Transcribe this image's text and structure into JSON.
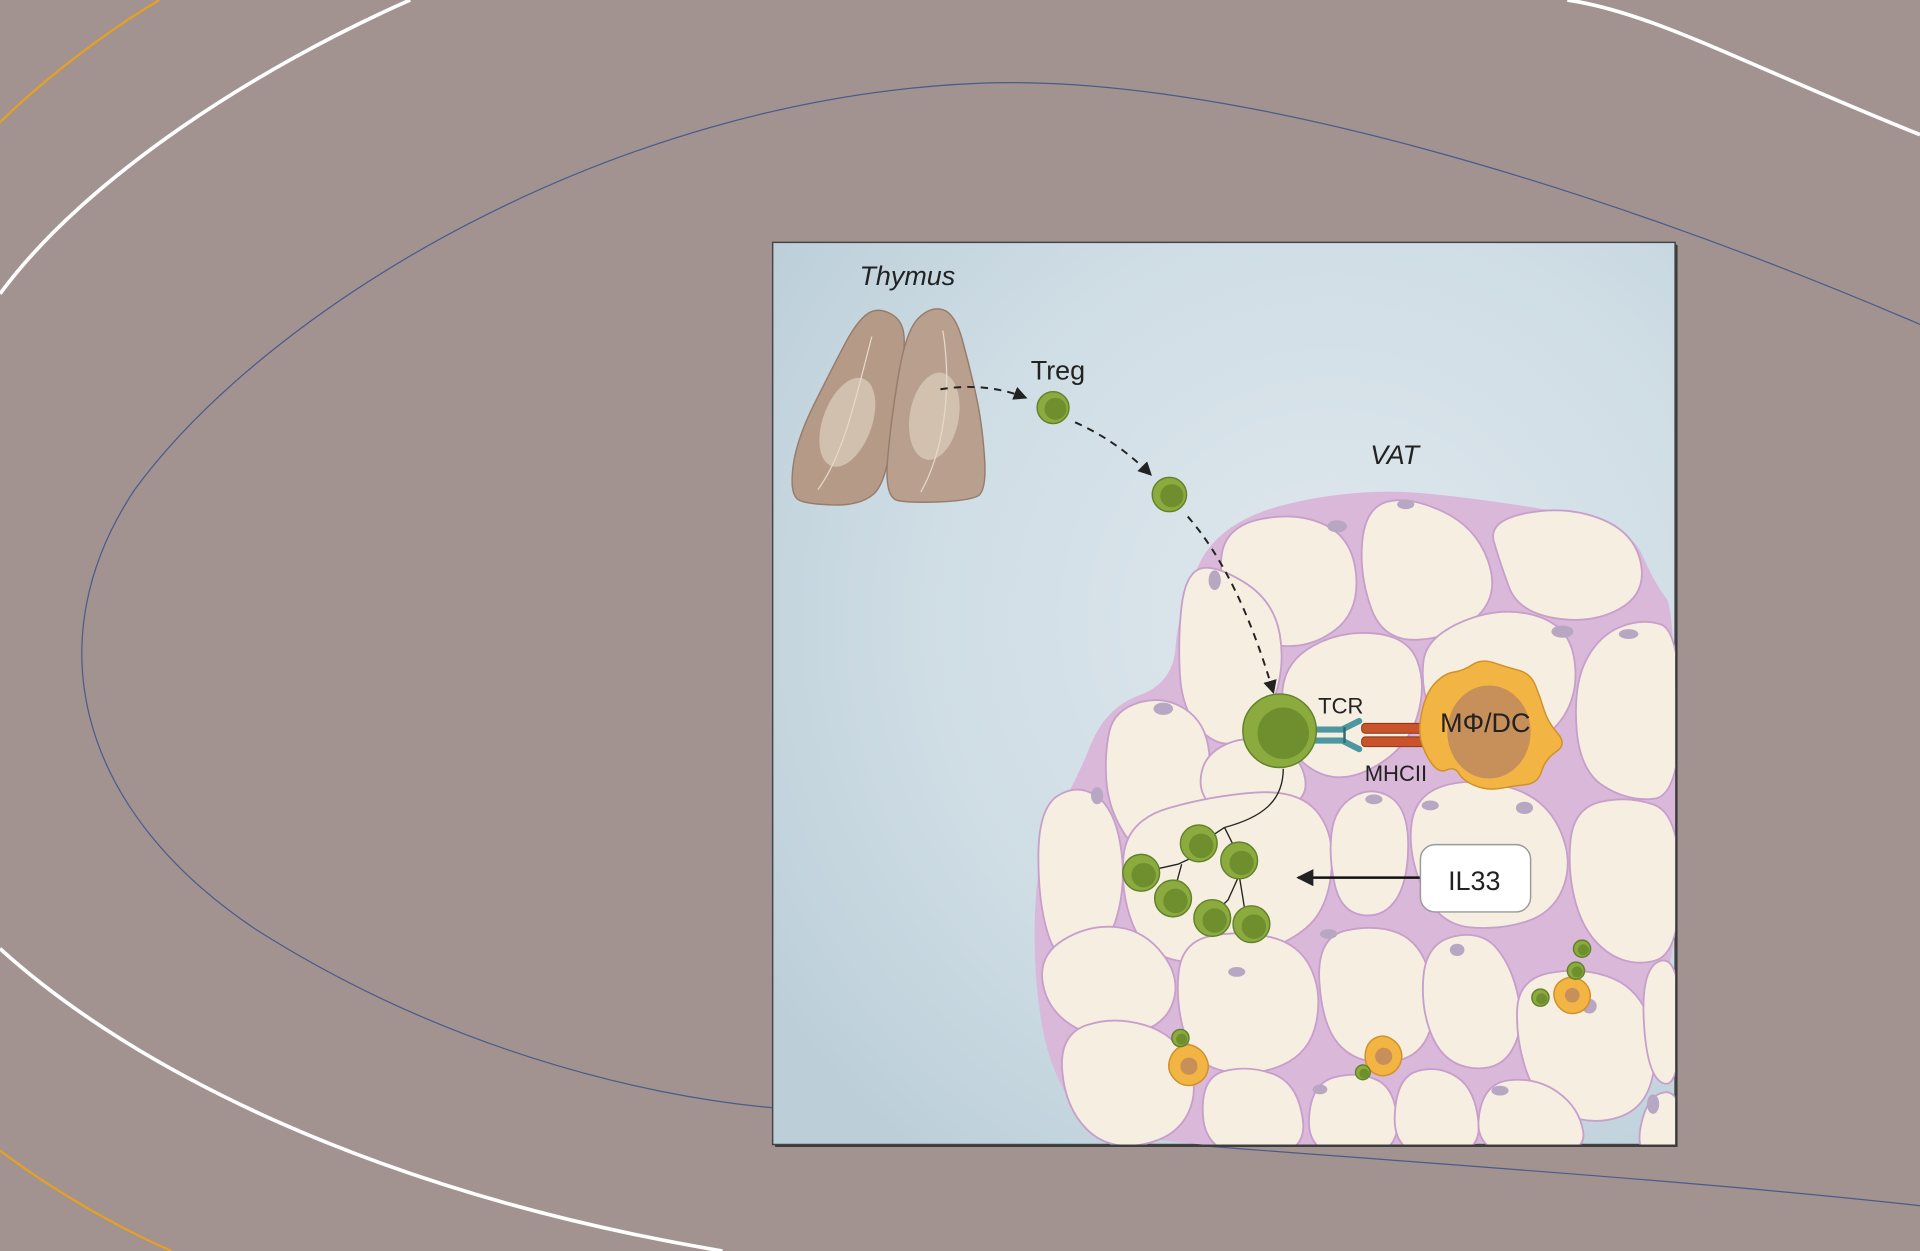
{
  "labels": {
    "thymus": "Thymus",
    "treg": "Treg",
    "vat": "VAT",
    "tcr": "TCR",
    "mhcii": "MHCII",
    "macrophage_dc": "MΦ/DC",
    "il33": "IL33"
  },
  "colors": {
    "background": "#a29391",
    "treg_cell": "#8bab3f",
    "adipocyte": "#f6efe1",
    "adipocyte_border": "#c79fcb",
    "macrophage": "#f2b443",
    "tcr": "#4c97a0",
    "mhcii": "#c9532a"
  }
}
